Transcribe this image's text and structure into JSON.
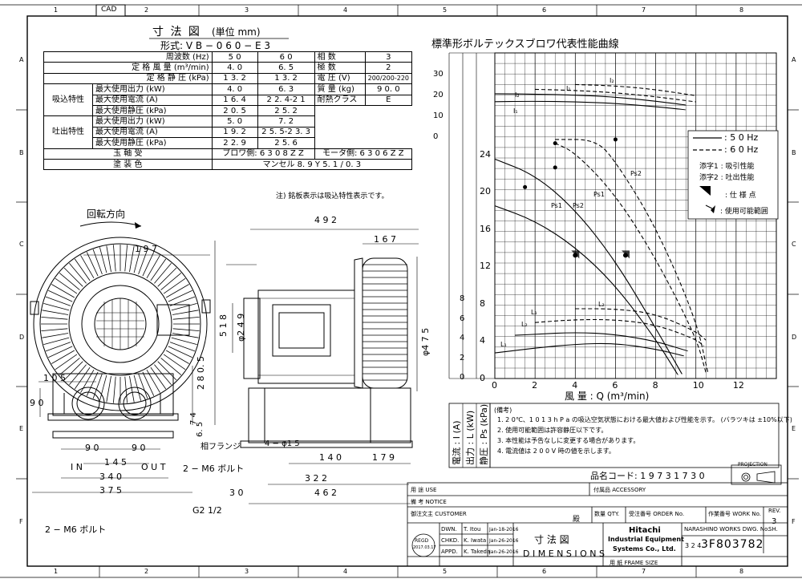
{
  "cad_label": "CAD",
  "ruler": {
    "top": [
      "1",
      "2",
      "3",
      "4",
      "5",
      "6",
      "7",
      "8"
    ],
    "side": [
      "A",
      "B",
      "C",
      "D",
      "E",
      "F"
    ]
  },
  "title": {
    "main": "寸 法 図",
    "unit": "(単位 mm)",
    "model": "形式: V B − 0 6 0 − E 3"
  },
  "spec": {
    "freq": {
      "label": "周波数 (Hz)",
      "v50": "5 0",
      "v60": "6 0",
      "k": "相 数",
      "v": "3"
    },
    "flow": {
      "label": "定 格 風 量 (m³/min)",
      "v50": "4. 0",
      "v60": "6. 5",
      "k": "極 数",
      "v": "2"
    },
    "press": {
      "label": "定 格 静 圧 (kPa)",
      "v50": "1 3. 2",
      "v60": "1 3. 2",
      "k": "電 圧 (V)",
      "v": "200/200-220"
    },
    "suction_group": "吸込特性",
    "s_out": {
      "label": "最大使用出力 (kW)",
      "v50": "4. 0",
      "v60": "6. 3",
      "k": "質 量 (kg)",
      "v": "9 0. 0"
    },
    "s_cur": {
      "label": "最大使用電流 (A)",
      "v50": "1 6. 4",
      "v60": "2 2. 4-2 1",
      "k": "耐熱クラス",
      "v": "E"
    },
    "s_prs": {
      "label": "最大使用静圧 (kPa)",
      "v50": "2 0. 5",
      "v60": "2 5. 2"
    },
    "discharge_group": "吐出特性",
    "d_out": {
      "label": "最大使用出力 (kW)",
      "v50": "5. 0",
      "v60": "7. 2"
    },
    "d_cur": {
      "label": "最大使用電流 (A)",
      "v50": "1 9. 2",
      "v60": "2 5. 5-2 3. 3"
    },
    "d_prs": {
      "label": "最大使用静圧 (kPa)",
      "v50": "2 2. 9",
      "v60": "2 5. 6"
    },
    "bearing": {
      "label": "玉 軸 受",
      "blower": "ブロワ側: 6 3 0 8 Z Z",
      "motor": "モータ側: 6 3 0 6 Z Z"
    },
    "paint": {
      "label": "塗 装 色",
      "v": "マンセル 8. 9 Y  5. 1 / 0. 3"
    },
    "note": "注) 銘板表示は吸込特性表示です。"
  },
  "drawing": {
    "rotation": "回転方向",
    "dims": {
      "d197": "1 9 7",
      "d105": "1 0 5",
      "d90a": "9 0",
      "d90b": "9 0",
      "d90c": "9 0",
      "d145": "1 4 5",
      "d340": "3 4 0",
      "d375": "3 7 5",
      "d518": "5 1 8",
      "d280": "2 8 0. 5",
      "d65": "6. 5",
      "d74": "7 4",
      "d492": "4 9 2",
      "d167": "1 6 7",
      "d249": "φ2 4 9",
      "d475": "φ4 7 5",
      "d140": "1 4 0",
      "d179": "1 7 9",
      "d322": "3 2 2",
      "d462": "4 6 2",
      "d30": "3 0",
      "d15": "4 − φ1 5"
    },
    "labels": {
      "in": "I N",
      "out": "O U T",
      "m6a": "2 − M6 ボルト",
      "m6b": "2 − M6 ボルト",
      "flange": "相フランジ",
      "g2": "G2 1/2"
    }
  },
  "chart": {
    "title": "標準形ボルテックスブロワ代表性能曲線",
    "x_label": "風 量 : Q (m³/min)",
    "y_label_i": "電流 : I (A)",
    "y_label_l": "出力 : L (kW)",
    "y_label_p": "静圧 : Ps (kPa)",
    "legend": {
      "hz50": ": 5 0 Hz",
      "hz60": ": 6 0 Hz",
      "sub1": "添字1 : 吸引性能",
      "sub2": "添字2 : 吐出性能",
      "spec": ": 仕 様 点",
      "range": ": 使用可能範囲"
    },
    "curve_labels": {
      "i2a": "I₂",
      "i1a": "I₁",
      "i2b": "I₂",
      "i1b": "I₁",
      "ps1a": "Ps1",
      "ps2a": "Ps2",
      "ps1b": "Ps1",
      "ps2b": "Ps2",
      "l1a": "L₁",
      "l2a": "L₂",
      "l1b": "L₁",
      "l2b": "L₂"
    }
  },
  "chart_data": {
    "type": "line",
    "title": "標準形ボルテックスブロワ代表性能曲線",
    "xlabel": "風 量 : Q (m³/min)",
    "xlim": [
      0,
      14
    ],
    "x_ticks": [
      "0",
      "2",
      "4",
      "6",
      "8",
      "10",
      "12"
    ],
    "axes": [
      {
        "name": "I (A)",
        "ylim": [
          0,
          30
        ],
        "ticks": [
          "0",
          "10",
          "20",
          "30"
        ]
      },
      {
        "name": "L (kW)",
        "ylim": [
          0,
          8
        ],
        "ticks": [
          "0",
          "2",
          "4",
          "6",
          "8"
        ]
      },
      {
        "name": "Ps (kPa)",
        "ylim": [
          0,
          28
        ],
        "ticks": [
          "0",
          "4",
          "8",
          "12",
          "16",
          "20",
          "24"
        ]
      }
    ],
    "series": [
      {
        "name": "I₂",
        "freq": "50Hz",
        "axis": "I (A)",
        "x": [
          0,
          2,
          4,
          6,
          8,
          9.5
        ],
        "y": [
          21.2,
          21,
          20.6,
          19.6,
          17.6,
          15.8
        ]
      },
      {
        "name": "I₁",
        "freq": "50Hz",
        "axis": "I (A)",
        "x": [
          0,
          2,
          4,
          6,
          8,
          9.5
        ],
        "y": [
          17.4,
          17.6,
          17.3,
          16.6,
          15,
          13.5
        ]
      },
      {
        "name": "I₁",
        "freq": "60Hz",
        "axis": "I (A)",
        "x": [
          2,
          4,
          6,
          8,
          10
        ],
        "y": [
          23.3,
          22.8,
          21.7,
          19.8,
          17.3
        ]
      },
      {
        "name": "I₂",
        "freq": "60Hz",
        "axis": "I (A)",
        "x": [
          4,
          6,
          8,
          10
        ],
        "y": [
          25.6,
          25,
          23.2,
          20.3
        ]
      },
      {
        "name": "Ps1",
        "freq": "50Hz",
        "axis": "Ps (kPa)",
        "x": [
          0,
          2,
          4,
          6,
          8,
          9.1
        ],
        "y": [
          18.5,
          16.9,
          14.1,
          10,
          4.2,
          0.4
        ]
      },
      {
        "name": "Ps2",
        "freq": "50Hz",
        "axis": "Ps (kPa)",
        "x": [
          0,
          2,
          4,
          6,
          8,
          9.3
        ],
        "y": [
          23.5,
          21.8,
          18.1,
          12.6,
          5.4,
          0.5
        ]
      },
      {
        "name": "Ps1",
        "freq": "60Hz",
        "axis": "Ps (kPa)",
        "x": [
          3,
          4,
          6,
          8,
          10,
          10.5
        ],
        "y": [
          25.2,
          24.2,
          19.7,
          12.9,
          4.5,
          0.6
        ]
      },
      {
        "name": "Ps2",
        "freq": "60Hz",
        "axis": "Ps (kPa)",
        "x": [
          3,
          5,
          6,
          8,
          10,
          10.6
        ],
        "y": [
          25.6,
          25.6,
          23.3,
          16.3,
          6.4,
          0.6
        ]
      },
      {
        "name": "L₁",
        "freq": "50Hz",
        "axis": "L (kW)",
        "x": [
          0,
          2,
          4,
          6,
          8,
          9.4
        ],
        "y": [
          2.6,
          3.1,
          3.5,
          3.6,
          3,
          2.3
        ]
      },
      {
        "name": "L₂",
        "freq": "50Hz",
        "axis": "L (kW)",
        "x": [
          1,
          2,
          4,
          6,
          8,
          9.6
        ],
        "y": [
          4.4,
          4.5,
          4.7,
          4.5,
          3.8,
          2.8
        ]
      },
      {
        "name": "L₁",
        "freq": "60Hz",
        "axis": "L (kW)",
        "x": [
          2,
          4,
          6,
          8,
          10,
          10.4
        ],
        "y": [
          5.7,
          6,
          6,
          5.5,
          4,
          3.3
        ]
      },
      {
        "name": "L₂",
        "freq": "60Hz",
        "axis": "L (kW)",
        "x": [
          4,
          6,
          8,
          10,
          10.5
        ],
        "y": [
          7.1,
          7.1,
          6.6,
          4.8,
          3.9
        ]
      }
    ],
    "spec_points": [
      {
        "x": 4,
        "y": 13.2,
        "freq": "50Hz"
      },
      {
        "x": 6.5,
        "y": 13.2,
        "freq": "60Hz"
      }
    ]
  },
  "notes": {
    "heading": "(備考)",
    "n1": "1. 2 0℃、1 0 1 3 h P a の吸込空気状態における最大値および性能を示す。 (バラツキは ±10%以下)",
    "n2": "2. 使用可能範囲は許容静圧以下です。",
    "n3": "3. 本性能は予告なしに変更する場合があります。",
    "n4": "4. 電流値は 2 0 0 V 時の値を示します。"
  },
  "product_code": "品名コード: 1 9 7 3 1 7 3 0",
  "projection": "PROJECTION",
  "title_block": {
    "use_label": "用 途 USE",
    "accessory_label": "付属品 ACCESSORY",
    "notice_label": "備 考 NOTICE",
    "customer_label": "御注文主 CUSTOMER",
    "customer_suffix": "殿",
    "qty_label": "数量 QTY.",
    "order_label": "受注番号 ORDER No.",
    "work_label": "作業番号 WORK No.",
    "rev_label": "REV.",
    "rev": "3",
    "dwn": "DWN.",
    "dwn_name": "T. Itou",
    "dwn_date": "Jan-18-2016",
    "chkd": "CHKD.",
    "chkd_name": "K. Iwata",
    "chkd_date": "Jan-26-2016",
    "appd": "APPD.",
    "appd_name": "K. Takeda",
    "appd_date": "Jan-26-2016",
    "stamp_line1": "REGD",
    "stamp_line2": "2017.03.17",
    "doc_title": "寸 法 図",
    "doc_title_en": "D I M E N S I O N S",
    "company1": "Hitachi",
    "company2": "Industrial Equipment",
    "company3": "Systems Co., Ltd.",
    "dwg_label": "NARASHINO WORKS DWG. No.",
    "sh": "SH.",
    "dwg_prefix": "3 2 4",
    "dwg_no": "3F803782",
    "frame": "用 紙  FRAME SIZE"
  }
}
